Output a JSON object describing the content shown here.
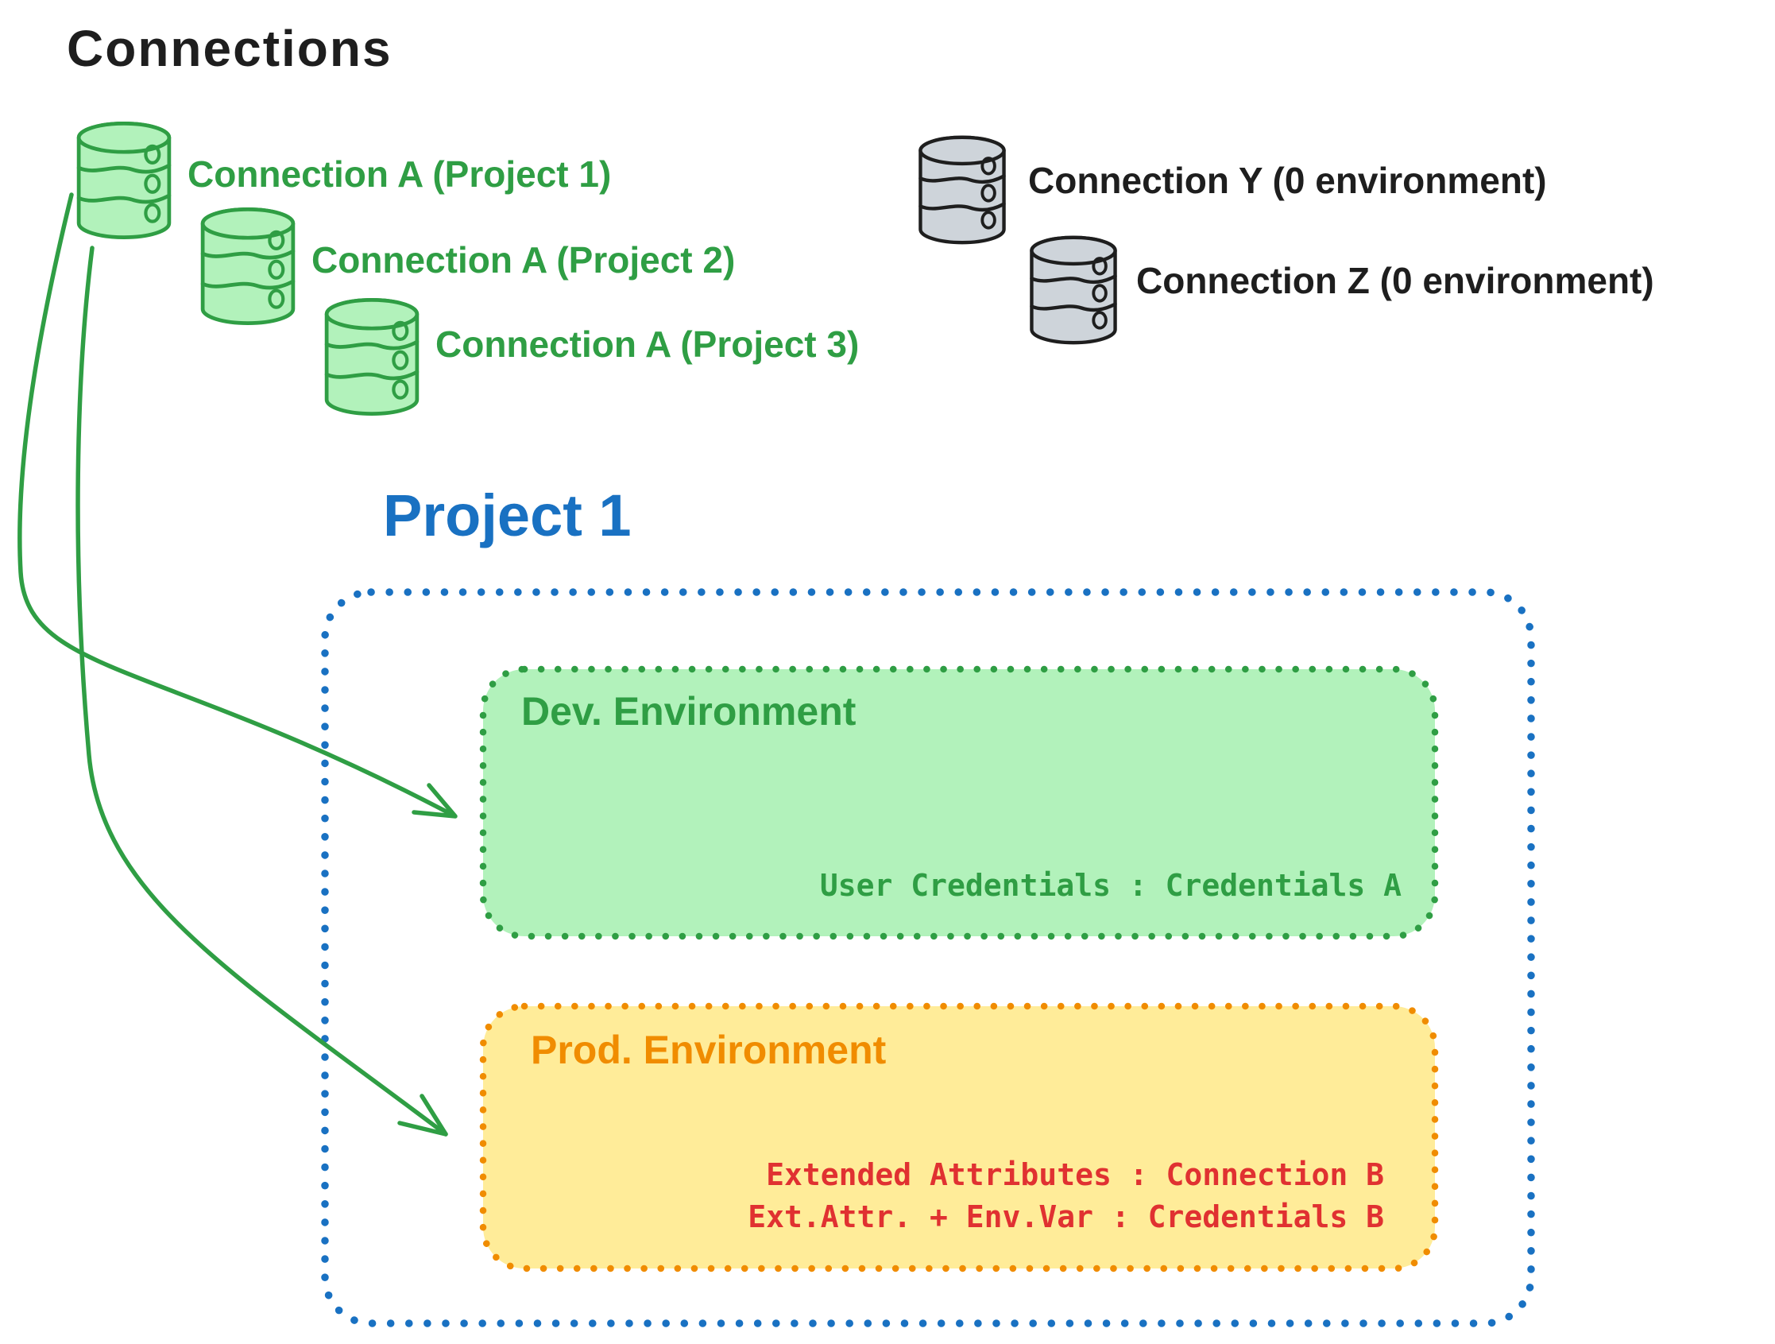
{
  "diagram_title": "Connections",
  "colors": {
    "green_stroke": "#2f9e44",
    "green_fill": "#b2f2bb",
    "gray_fill": "#ced4da",
    "black": "#1e1e1e",
    "blue": "#1971c2",
    "orange_stroke": "#f08c00",
    "yellow_fill": "#ffec99",
    "red": "#e03131"
  },
  "connections": {
    "project_a": [
      {
        "label": "Connection A (Project 1)"
      },
      {
        "label": "Connection A (Project 2)"
      },
      {
        "label": "Connection A (Project 3)"
      }
    ],
    "standalone": [
      {
        "label": "Connection Y (0 environment)"
      },
      {
        "label": "Connection Z (0 environment)"
      }
    ]
  },
  "project": {
    "title": "Project 1",
    "dev_environment": {
      "title": "Dev. Environment",
      "mapping": "User Credentials : Credentials A"
    },
    "prod_environment": {
      "title": "Prod. Environment",
      "mappings": [
        "Extended Attributes : Connection B",
        "Ext.Attr. + Env.Var : Credentials B"
      ]
    }
  }
}
